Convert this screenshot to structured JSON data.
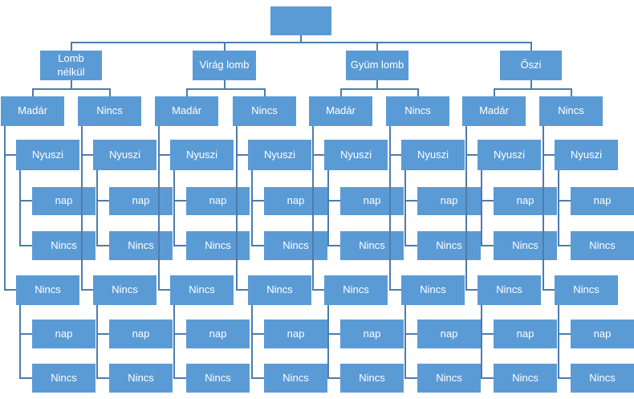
{
  "colors": {
    "node_fill": "#5B9BD5",
    "node_text": "#FFFFFF",
    "connector": "#4D7CAD",
    "background": "#FFFFFF"
  },
  "diagram": {
    "root_label": "",
    "branches": [
      {
        "label": "Lomb\nnélkül",
        "children": [
          {
            "label": "Madár",
            "children": [
              {
                "label": "Nyuszi",
                "children": [
                  {
                    "label": "nap"
                  },
                  {
                    "label": "Nincs"
                  }
                ]
              },
              {
                "label": "Nincs",
                "children": [
                  {
                    "label": "nap"
                  },
                  {
                    "label": "Nincs"
                  }
                ]
              }
            ]
          },
          {
            "label": "Nincs",
            "children": [
              {
                "label": "Nyuszi",
                "children": [
                  {
                    "label": "nap"
                  },
                  {
                    "label": "Nincs"
                  }
                ]
              },
              {
                "label": "Nincs",
                "children": [
                  {
                    "label": "nap"
                  },
                  {
                    "label": "Nincs"
                  }
                ]
              }
            ]
          }
        ]
      },
      {
        "label": "Virág lomb",
        "children": [
          {
            "label": "Madár",
            "children": [
              {
                "label": "Nyuszi",
                "children": [
                  {
                    "label": "nap"
                  },
                  {
                    "label": "Nincs"
                  }
                ]
              },
              {
                "label": "Nincs",
                "children": [
                  {
                    "label": "nap"
                  },
                  {
                    "label": "Nincs"
                  }
                ]
              }
            ]
          },
          {
            "label": "Nincs",
            "children": [
              {
                "label": "Nyuszi",
                "children": [
                  {
                    "label": "nap"
                  },
                  {
                    "label": "Nincs"
                  }
                ]
              },
              {
                "label": "Nincs",
                "children": [
                  {
                    "label": "nap"
                  },
                  {
                    "label": "Nincs"
                  }
                ]
              }
            ]
          }
        ]
      },
      {
        "label": "Gyüm lomb",
        "children": [
          {
            "label": "Madár",
            "children": [
              {
                "label": "Nyuszi",
                "children": [
                  {
                    "label": "nap"
                  },
                  {
                    "label": "Nincs"
                  }
                ]
              },
              {
                "label": "Nincs",
                "children": [
                  {
                    "label": "nap"
                  },
                  {
                    "label": "Nincs"
                  }
                ]
              }
            ]
          },
          {
            "label": "Nincs",
            "children": [
              {
                "label": "Nyuszi",
                "children": [
                  {
                    "label": "nap"
                  },
                  {
                    "label": "Nincs"
                  }
                ]
              },
              {
                "label": "Nincs",
                "children": [
                  {
                    "label": "nap"
                  },
                  {
                    "label": "Nincs"
                  }
                ]
              }
            ]
          }
        ]
      },
      {
        "label": "Őszi",
        "children": [
          {
            "label": "Madár",
            "children": [
              {
                "label": "Nyuszi",
                "children": [
                  {
                    "label": "nap"
                  },
                  {
                    "label": "Nincs"
                  }
                ]
              },
              {
                "label": "Nincs",
                "children": [
                  {
                    "label": "nap"
                  },
                  {
                    "label": "Nincs"
                  }
                ]
              }
            ]
          },
          {
            "label": "Nincs",
            "children": [
              {
                "label": "Nyuszi",
                "children": [
                  {
                    "label": "nap"
                  },
                  {
                    "label": "Nincs"
                  }
                ]
              },
              {
                "label": "Nincs",
                "children": [
                  {
                    "label": "nap"
                  },
                  {
                    "label": "Nincs"
                  }
                ]
              }
            ]
          }
        ]
      }
    ]
  }
}
